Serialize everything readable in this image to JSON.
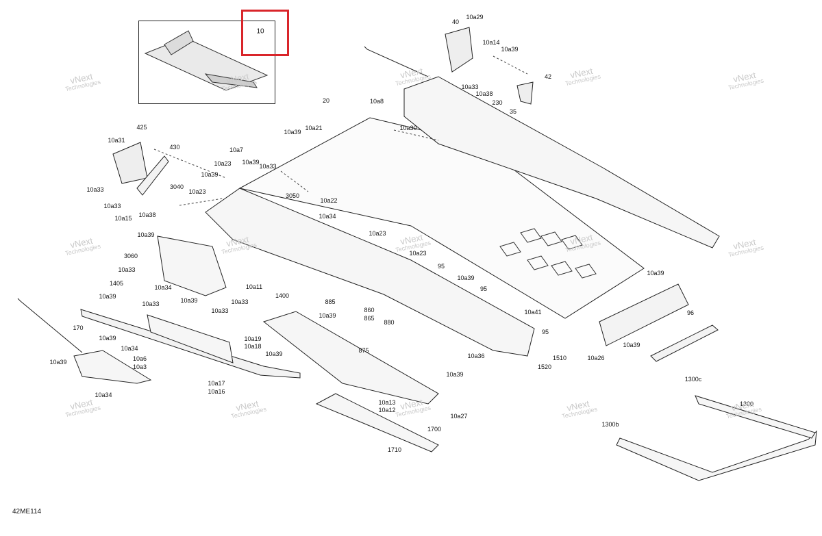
{
  "diagram": {
    "code": "42ME114",
    "highlighted_item": "10",
    "watermark": {
      "line1": "vNext",
      "line2": "Technologies"
    },
    "labels": [
      "10a29",
      "40",
      "10a14",
      "10a39",
      "42",
      "10a33",
      "10a38",
      "230",
      "35",
      "10a8",
      "20",
      "10a21",
      "10a30",
      "10a39",
      "425",
      "10a31",
      "430",
      "10a7",
      "10a23",
      "10a39",
      "10a33",
      "10a39",
      "3040",
      "10a23",
      "10a33",
      "10a33",
      "10a15",
      "10a38",
      "3050",
      "10a22",
      "10a34",
      "10a23",
      "10a39",
      "3060",
      "10a33",
      "1405",
      "10a34",
      "10a11",
      "10a23",
      "95",
      "10a39",
      "10a33",
      "10a39",
      "10a33",
      "1400",
      "885",
      "10a39",
      "95",
      "10a39",
      "860",
      "865",
      "880",
      "10a41",
      "95",
      "10a26",
      "10a39",
      "96",
      "10a33",
      "10a39",
      "170",
      "10a39",
      "10a19",
      "10a18",
      "10a34",
      "875",
      "10a36",
      "1510",
      "1520",
      "10a39",
      "10a6",
      "10a3",
      "10a39",
      "10a17",
      "10a16",
      "10a34",
      "10a39",
      "10a13",
      "10a12",
      "10a27",
      "1300c",
      "1300",
      "1300b",
      "1700",
      "1710"
    ]
  }
}
